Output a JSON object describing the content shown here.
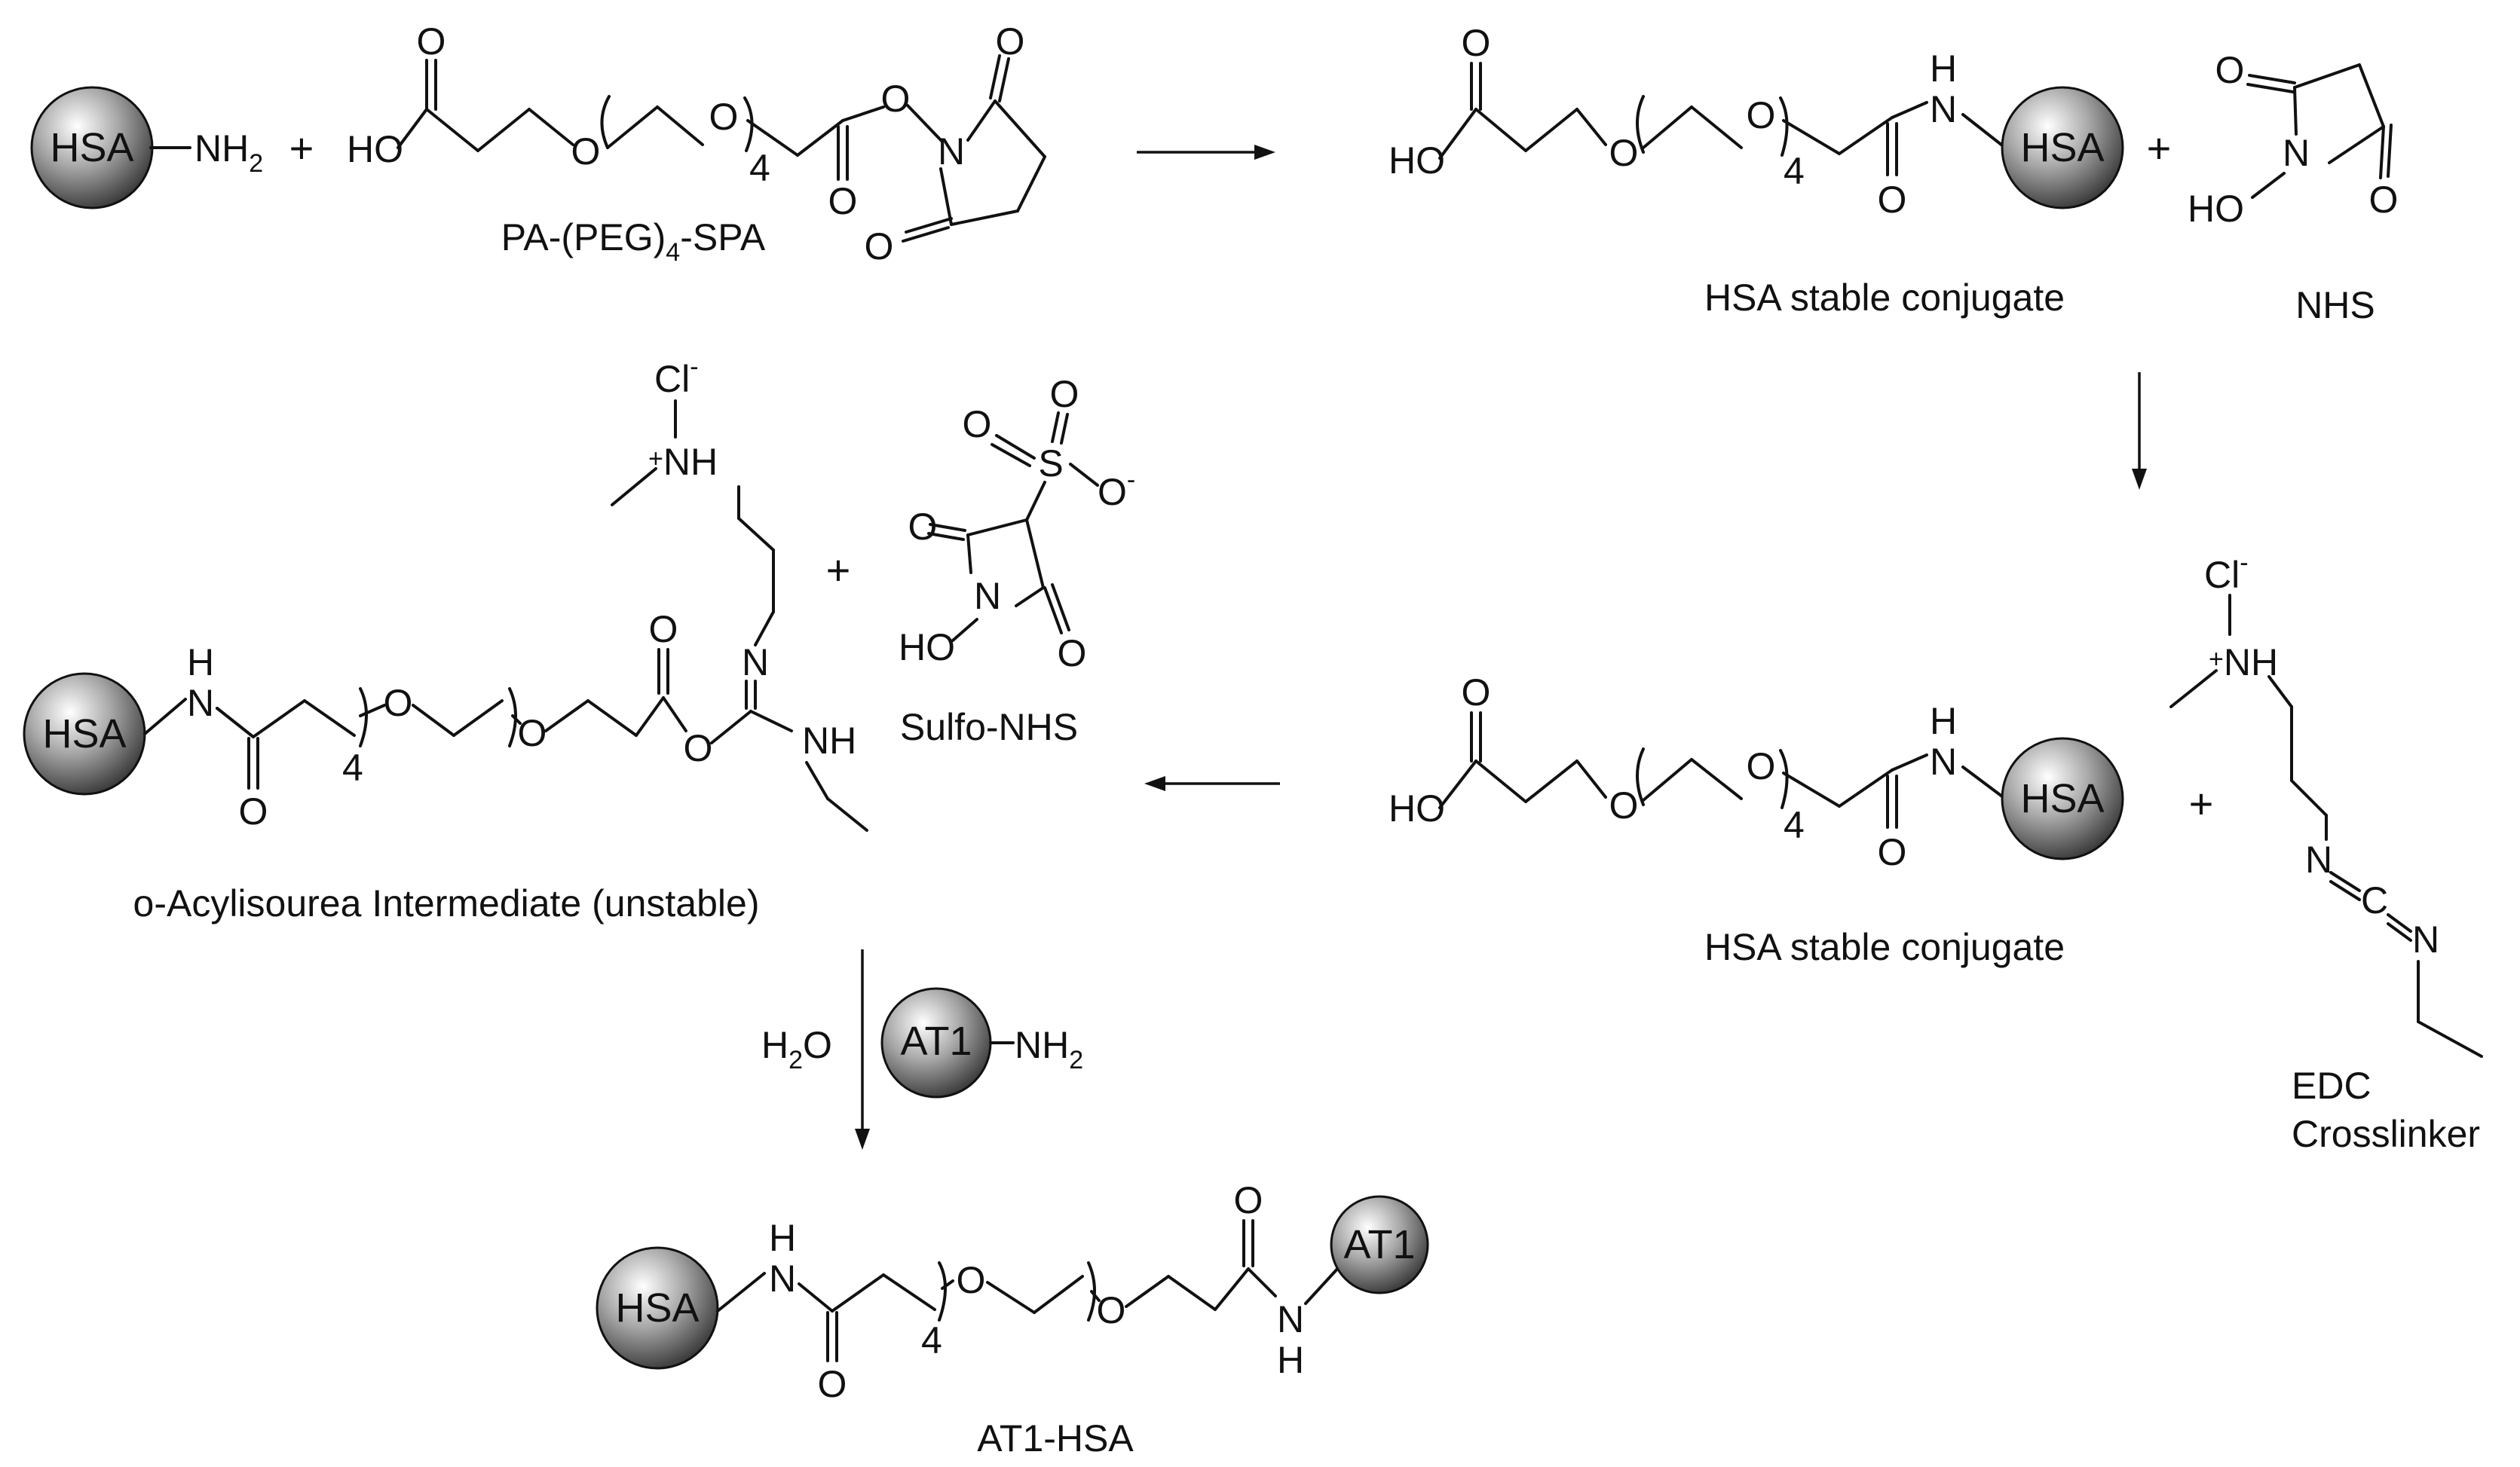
{
  "colors": {
    "ink": "#111111",
    "sphere_light": "#ffffff",
    "sphere_mid": "#a8a8a8",
    "sphere_dark": "#2e2e2e"
  },
  "atoms": {
    "N": "N",
    "NH": "NH",
    "H": "H",
    "O": "O",
    "HO": "HO",
    "S": "S",
    "C": "C",
    "OH_minus": "O",
    "minus": "-",
    "plus_charge": "+",
    "Cl": "Cl",
    "NH2": "NH",
    "sub2": "2",
    "H2O_H": "H",
    "H2O_O": "O",
    "repeat_n": "4",
    "plus_sign": "+"
  },
  "spheres": {
    "hsa": "HSA",
    "at1": "AT1"
  },
  "captions": {
    "reagent": "PA-(PEG)",
    "reagent_sub": "4",
    "reagent_tail": "-SPA",
    "conjugate_top": "HSA stable conjugate",
    "nhs": "NHS",
    "sulfo_nhs": "Sulfo-NHS",
    "intermediate": "o-Acylisourea Intermediate (unstable)",
    "conjugate_mid": "HSA stable conjugate",
    "edc_line1": "EDC",
    "edc_line2": "Crosslinker",
    "product": "AT1-HSA"
  }
}
